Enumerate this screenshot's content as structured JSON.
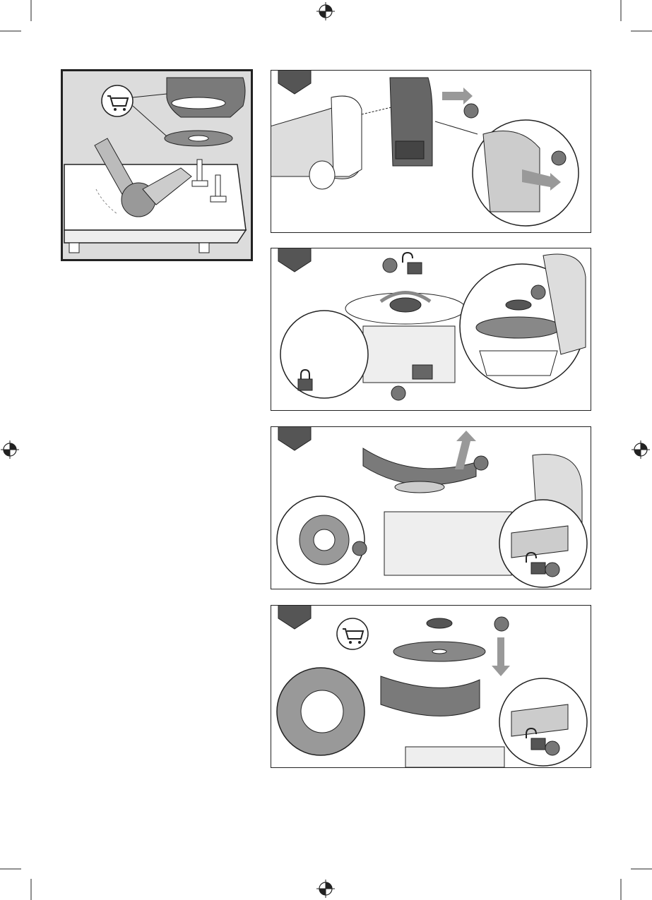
{
  "page": {
    "description_free": true
  },
  "colors": {
    "line": "#222222",
    "dark_gray": "#555555",
    "mid_gray": "#8a8a8a",
    "light_gray": "#cfcfcf",
    "frame_gray": "#dcdcdc",
    "white": "#ffffff"
  },
  "icons": {
    "registration": "crosshair-circle",
    "cart": "shopping-cart",
    "lock_open": "padlock-open",
    "lock_closed": "padlock-closed",
    "arrow": "motion-arrow"
  },
  "steps": [
    {
      "id": "step-1",
      "badges": 2
    },
    {
      "id": "step-2",
      "badges": 3
    },
    {
      "id": "step-3",
      "badges": 3
    },
    {
      "id": "step-4",
      "badges": 2
    }
  ]
}
